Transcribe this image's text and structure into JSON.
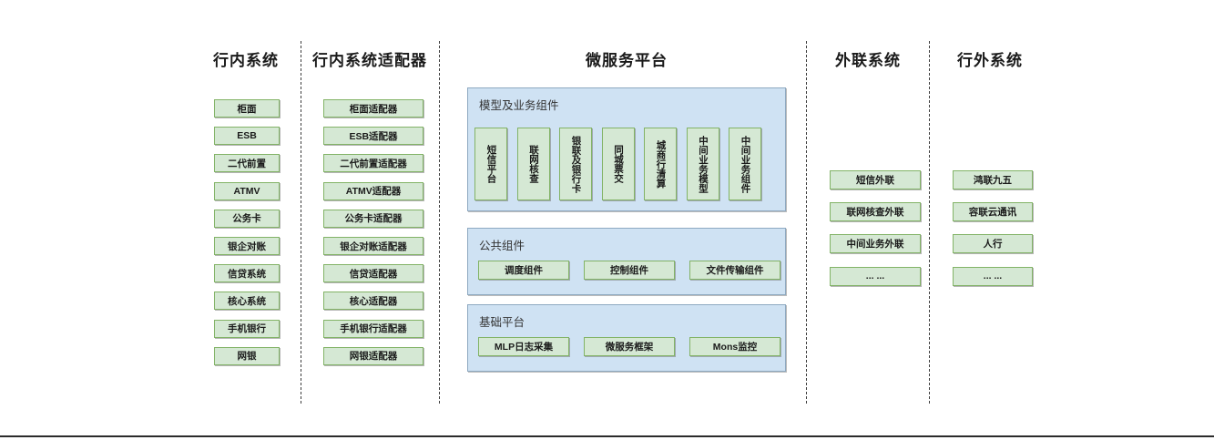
{
  "columns": [
    {
      "id": "inhouse-systems",
      "title": "行内系统",
      "items": [
        "柜面",
        "ESB",
        "二代前置",
        "ATMV",
        "公务卡",
        "银企对账",
        "信贷系统",
        "核心系统",
        "手机银行",
        "网银"
      ]
    },
    {
      "id": "inhouse-adapters",
      "title": "行内系统适配器",
      "items": [
        "柜面适配器",
        "ESB适配器",
        "二代前置适配器",
        "ATMV适配器",
        "公务卡适配器",
        "银企对账适配器",
        "信贷适配器",
        "核心适配器",
        "手机银行适配器",
        "网银适配器"
      ]
    },
    {
      "id": "microservice-platform",
      "title": "微服务平台"
    },
    {
      "id": "external-link-systems",
      "title": "外联系统",
      "items": [
        "短信外联",
        "联网核查外联",
        "中间业务外联",
        "... ..."
      ]
    },
    {
      "id": "outside-bank-systems",
      "title": "行外系统",
      "items": [
        "鸿联九五",
        "容联云通讯",
        "人行",
        "... ..."
      ]
    }
  ],
  "platform": {
    "panels": [
      {
        "id": "model-business-components",
        "title": "模型及业务组件",
        "orientation": "vertical",
        "items": [
          "短信平台",
          "联网核查",
          "银联及银行卡",
          "同城票交",
          "城商行清算",
          "中间业务模型",
          "中间业务组件"
        ]
      },
      {
        "id": "public-components",
        "title": "公共组件",
        "orientation": "horizontal",
        "items": [
          "调度组件",
          "控制组件",
          "文件传输组件"
        ]
      },
      {
        "id": "base-platform",
        "title": "基础平台",
        "orientation": "horizontal",
        "items": [
          "MLP日志采集",
          "微服务框架",
          "Mons监控"
        ]
      }
    ]
  },
  "colors": {
    "node_fill": "#d5e8d4",
    "node_border": "#82b366",
    "panel_fill": "#cfe2f3",
    "panel_border": "#8ea9c1",
    "divider": "#3d3d3d",
    "text": "#1a1a1a"
  }
}
